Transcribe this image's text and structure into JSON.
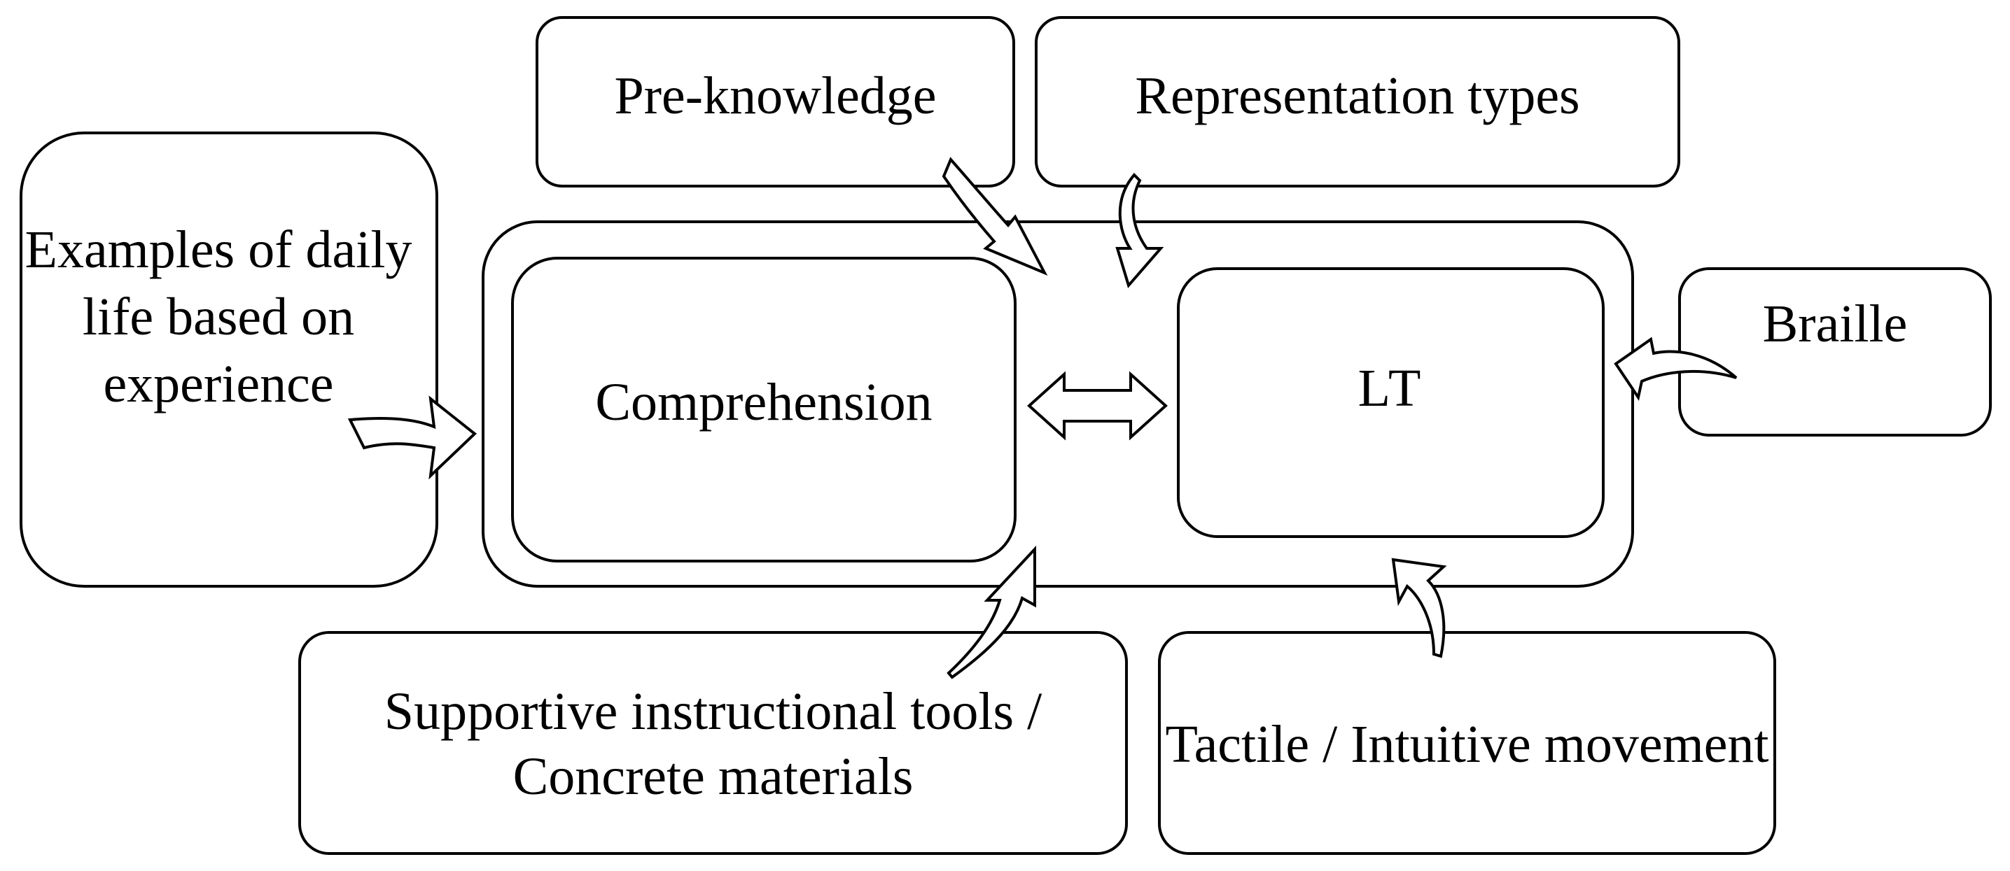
{
  "nodes": {
    "outer_group": {},
    "comprehension": {
      "label": "Comprehension"
    },
    "lt": {
      "label": "LT"
    },
    "pre_knowledge": {
      "label": "Pre-knowledge"
    },
    "representation_types": {
      "label": "Representation types"
    },
    "examples": {
      "label": "Examples of daily life based on experience"
    },
    "braille": {
      "label": "Braille"
    },
    "supportive_tools": {
      "label": "Supportive instructional tools / Concrete materials"
    },
    "tactile": {
      "label": "Tactile / Intuitive movement"
    }
  },
  "edges": [
    {
      "from": "pre_knowledge",
      "to": "outer_group"
    },
    {
      "from": "representation_types",
      "to": "outer_group"
    },
    {
      "from": "examples",
      "to": "outer_group"
    },
    {
      "from": "braille",
      "to": "lt"
    },
    {
      "from": "supportive_tools",
      "to": "outer_group"
    },
    {
      "from": "tactile",
      "to": "lt"
    },
    {
      "from": "comprehension",
      "to": "lt",
      "bidirectional": true
    }
  ]
}
